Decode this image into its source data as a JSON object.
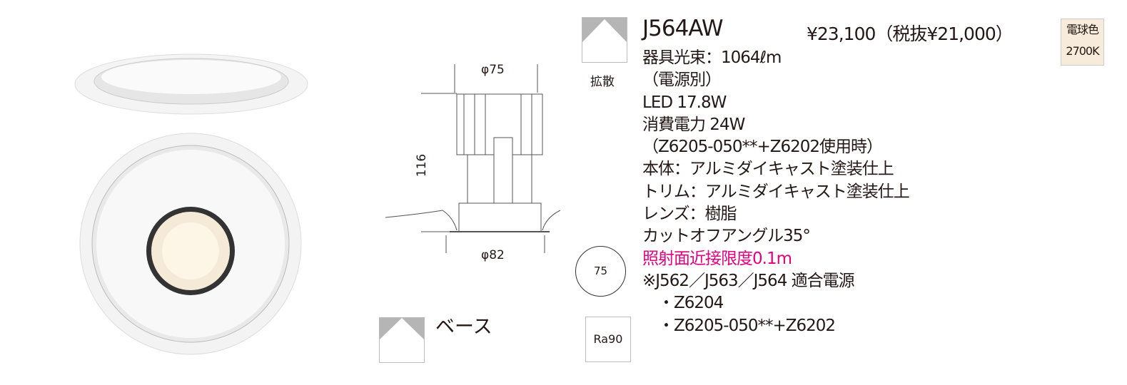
{
  "product": {
    "model": "J564AW",
    "price": "¥23,100（税抜¥21,000）",
    "color_badge": {
      "line1": "電球色",
      "line2": "2700K",
      "bg_color": "#f7ecdb"
    },
    "specs": [
      "器具光束：1064ℓm",
      "（電源別）",
      "LED 17.8W",
      "消費電力 24W",
      "（Z6205-050**+Z6202使用時）",
      "本体：アルミダイキャスト塗装仕上",
      "トリム：アルミダイキャスト塗装仕上",
      "レンズ：樹脂",
      "カットオフアングル35°",
      "照射面近接限度0.1m",
      "※J562／J563／J564 適合電源",
      "　・Z6204",
      "　・Z6205-050**+Z6202"
    ],
    "highlight_color": "#e4007f"
  },
  "icons": {
    "diffuse_label": "拡散",
    "base_label": "ベース",
    "ra_label": "Ra90",
    "cutout_label": "75"
  },
  "drawing": {
    "top_width": "φ75",
    "bottom_width": "φ82",
    "height": "116"
  }
}
